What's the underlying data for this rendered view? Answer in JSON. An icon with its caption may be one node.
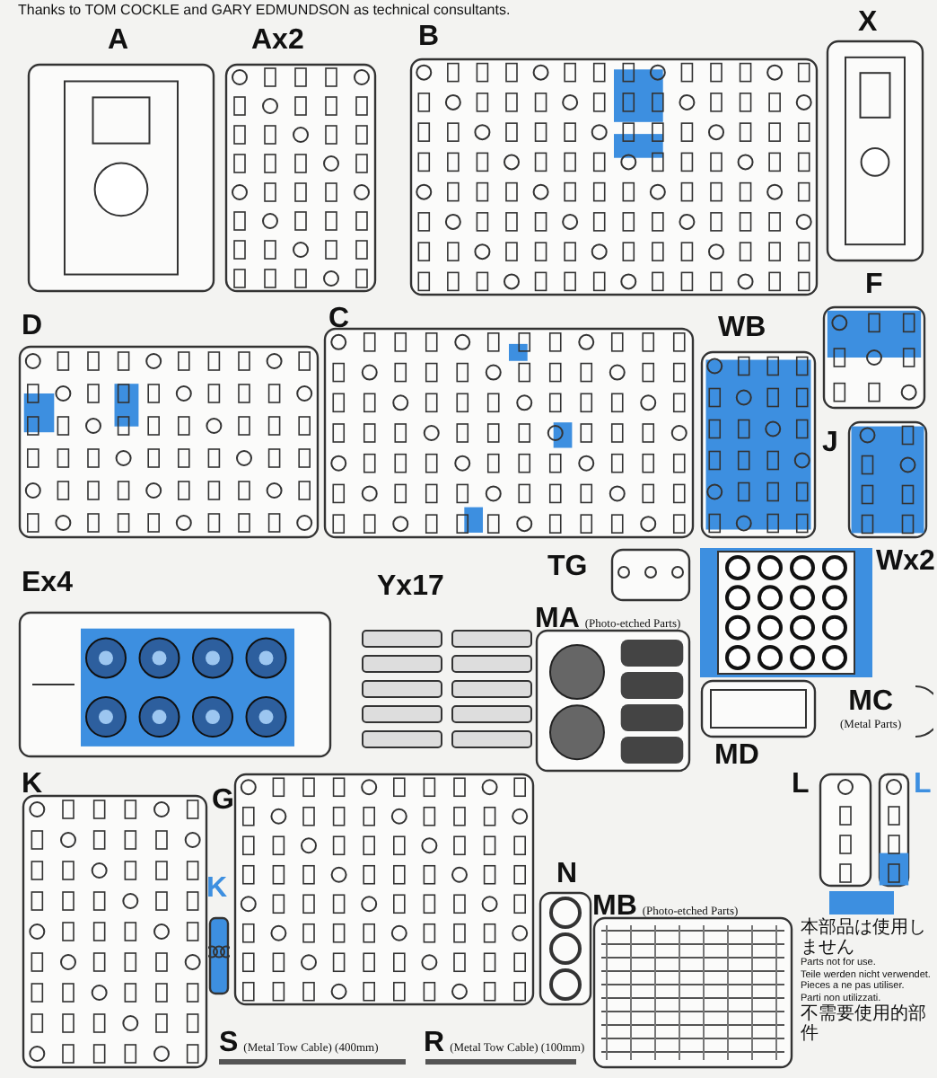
{
  "diagram": {
    "nodes": [
      {
        "text": [
          "A"
        ]
      },
      {
        "text": [
          "Ax2"
        ]
      },
      {
        "text": [
          "B"
        ]
      },
      {
        "text": [
          "X"
        ]
      },
      {
        "text": [
          "D"
        ]
      },
      {
        "text": [
          "C"
        ]
      },
      {
        "text": [
          "WB"
        ]
      },
      {
        "text": [
          "F"
        ]
      },
      {
        "text": [
          "J"
        ]
      },
      {
        "text": [
          "Ex4"
        ]
      },
      {
        "text": [
          "Yx17"
        ]
      },
      {
        "text": [
          "TG"
        ]
      },
      {
        "text": [
          "Wx2"
        ]
      },
      {
        "text": [
          "MA",
          "(Photo-etched Parts)"
        ]
      },
      {
        "text": [
          "MC",
          "(Metal Parts)"
        ]
      },
      {
        "text": [
          "MD"
        ]
      },
      {
        "text": [
          "K"
        ]
      },
      {
        "text": [
          "G"
        ]
      },
      {
        "text": [
          "K"
        ]
      },
      {
        "text": [
          "MB",
          "(Photo-etched Parts)"
        ]
      },
      {
        "text": [
          "L"
        ]
      },
      {
        "text": [
          "L"
        ]
      },
      {
        "text": [
          "N"
        ]
      },
      {
        "text": [
          "S",
          "(Metal Tow Cable) (400mm)"
        ]
      },
      {
        "text": [
          "R",
          "(Metal Tow Cable) (100mm)"
        ]
      }
    ],
    "labels": [
      "Thanks to TOM COCKLE and GARY EDMUNDSON as technical consultants.",
      "本部品は使用しません",
      "Parts not for use.",
      "Teile werden nicht verwendet.",
      "Pieces a ne pas utiliser.",
      "Parti non utilizzati.",
      "不需要使用的部件"
    ]
  }
}
